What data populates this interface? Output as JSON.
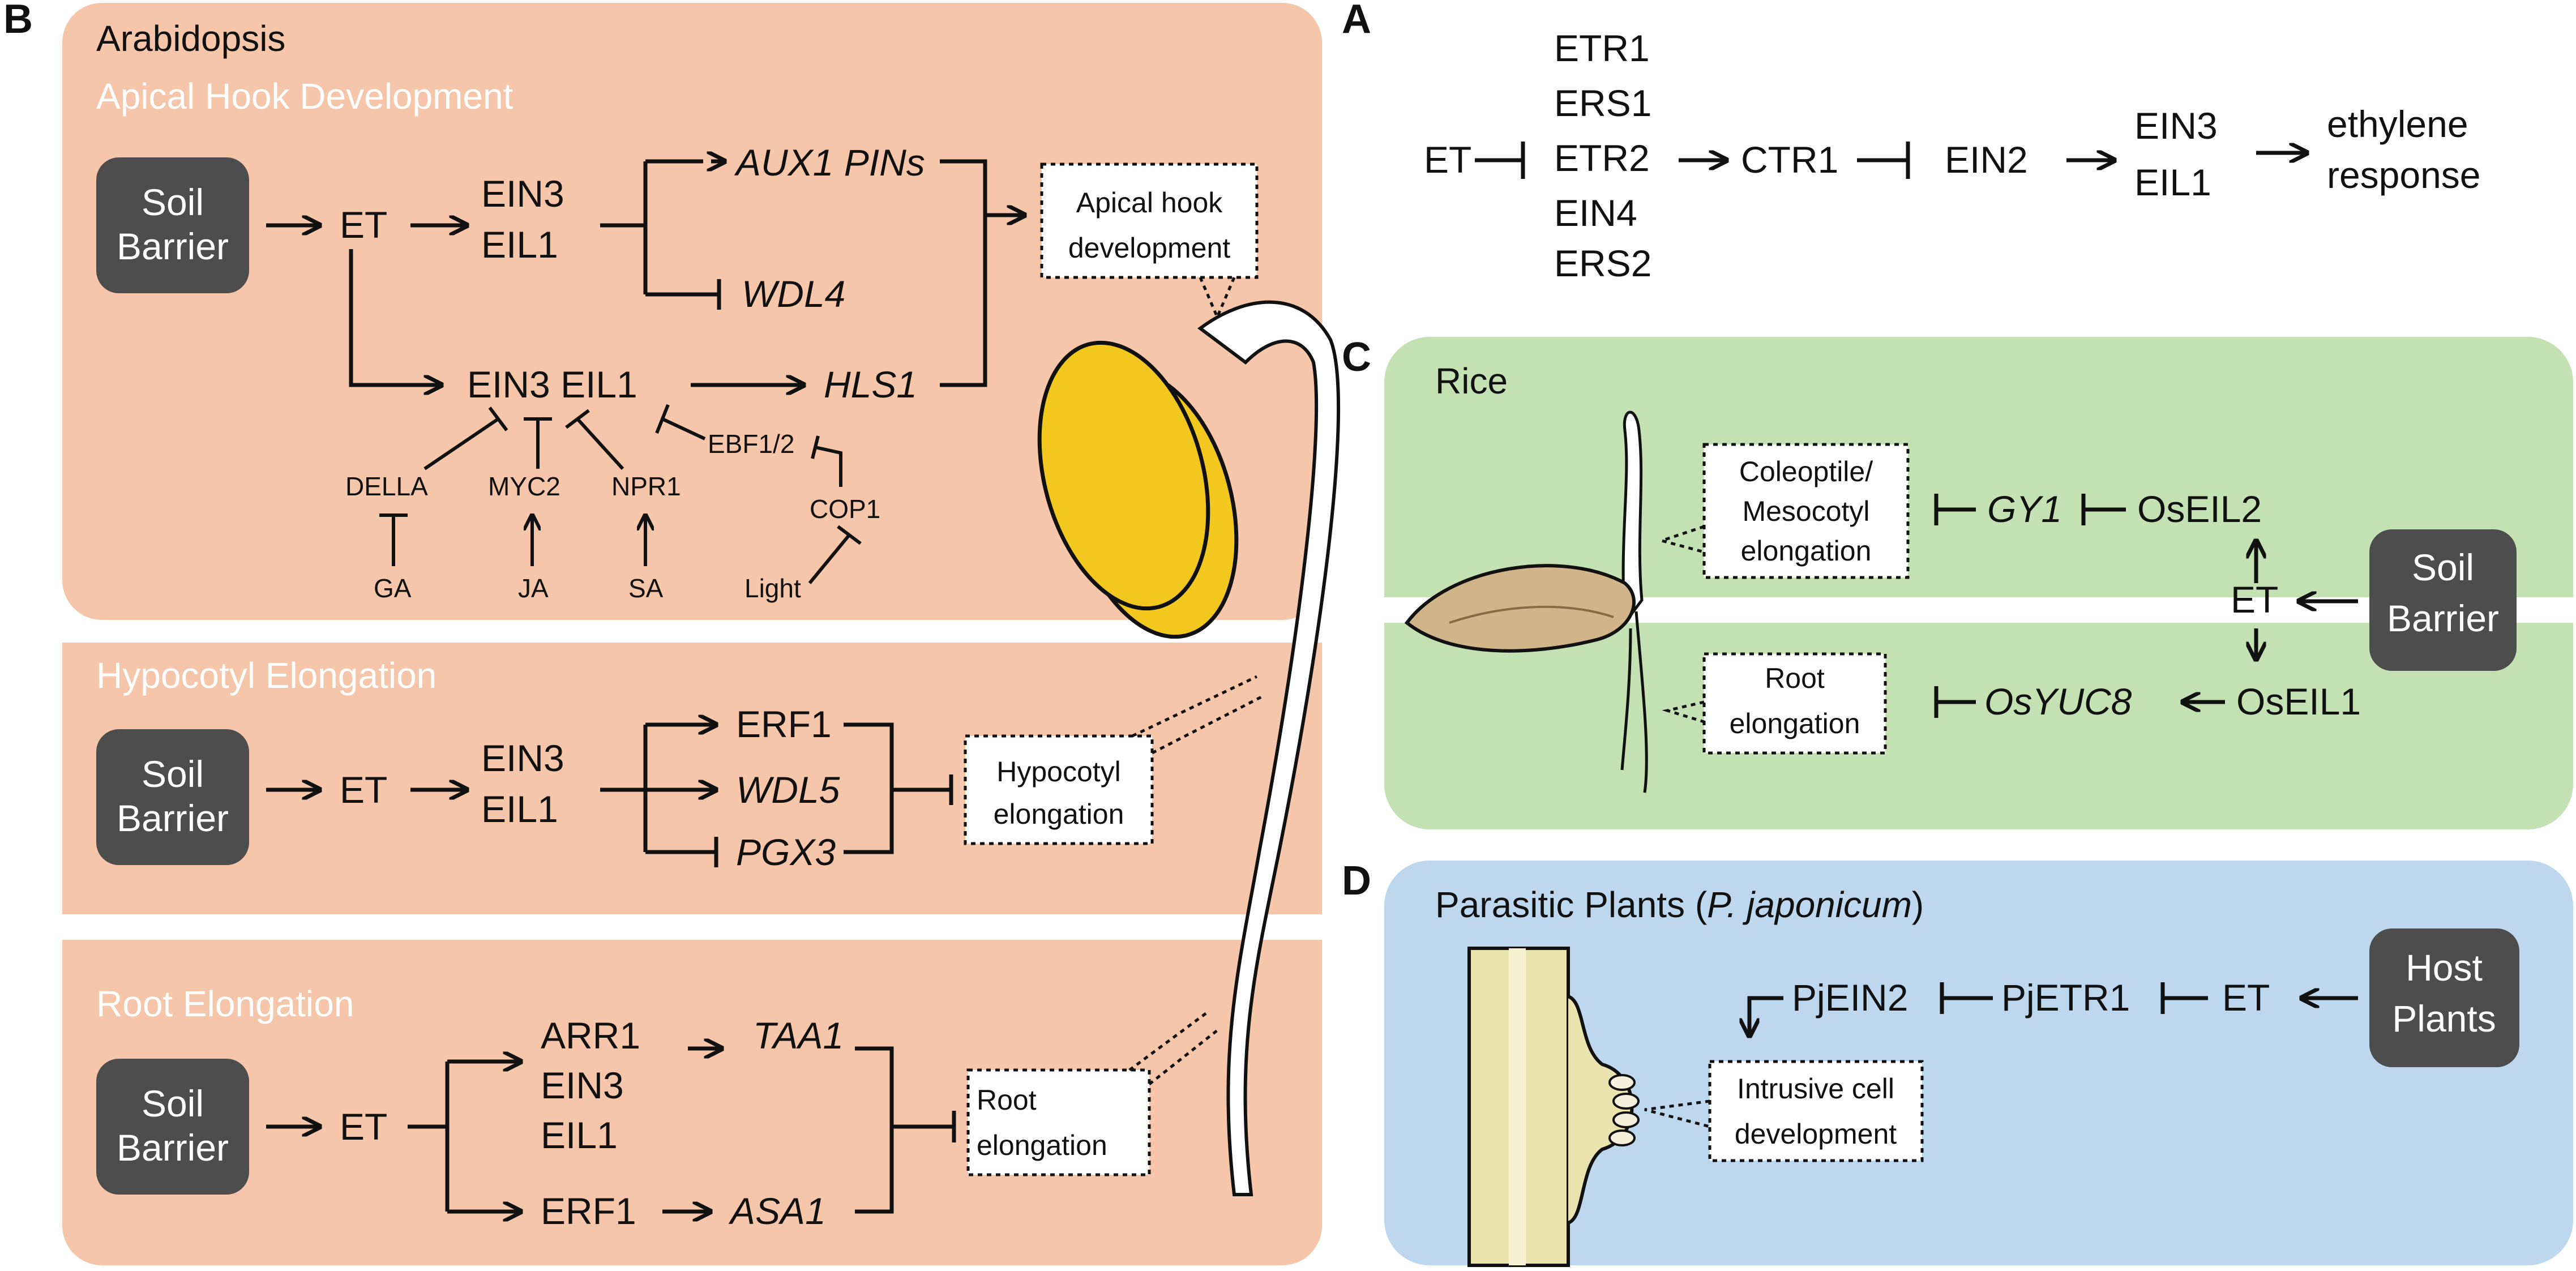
{
  "panels": {
    "a": {
      "letter": "A",
      "et": "ET",
      "receptors": [
        "ETR1",
        "ERS1",
        "ETR2",
        "EIN4",
        "ERS2"
      ],
      "ctr1": "CTR1",
      "ein2": "EIN2",
      "ein3": "EIN3",
      "eil1": "EIL1",
      "response1": "ethylene",
      "response2": "response"
    },
    "b": {
      "letter": "B",
      "species": "Arabidopsis",
      "sections": {
        "apical": "Apical Hook Development",
        "hypocotyl": "Hypocotyl Elongation",
        "root": "Root Elongation"
      },
      "soil1": "Soil",
      "soil2": "Barrier",
      "et": "ET",
      "ein3": "EIN3",
      "eil1": "EIL1",
      "ein3_eil1": "EIN3 EIL1",
      "aux1_pins": "AUX1 PINs",
      "wdl4": "WDL4",
      "hls1": "HLS1",
      "della": "DELLA",
      "myc2": "MYC2",
      "npr1": "NPR1",
      "ebf": "EBF1/2",
      "cop1": "COP1",
      "ga": "GA",
      "ja": "JA",
      "sa": "SA",
      "light": "Light",
      "apical_out1": "Apical hook",
      "apical_out2": "development",
      "erf1": "ERF1",
      "wdl5": "WDL5",
      "pgx3": "PGX3",
      "hyp_out1": "Hypocotyl",
      "hyp_out2": "elongation",
      "arr1": "ARR1",
      "taa1": "TAA1",
      "asa1": "ASA1",
      "root_out1": "Root",
      "root_out2": "elongation"
    },
    "c": {
      "letter": "C",
      "species": "Rice",
      "cole1": "Coleoptile/",
      "cole2": "Mesocotyl",
      "cole3": "elongation",
      "gy1": "GY1",
      "oseil2": "OsEIL2",
      "et": "ET",
      "soil1": "Soil",
      "soil2": "Barrier",
      "root1": "Root",
      "root2": "elongation",
      "osyuc8": "OsYUC8",
      "oseil1": "OsEIL1"
    },
    "d": {
      "letter": "D",
      "species_pre": "Parasitic Plants (",
      "species_it": "P. japonicum",
      "species_post": ")",
      "pjein2": "PjEIN2",
      "pjetr1": "PjETR1",
      "et": "ET",
      "host1": "Host",
      "host2": "Plants",
      "intr1": "Intrusive cell",
      "intr2": "development"
    }
  },
  "colors": {
    "arabidopsis_bg": "#f6c6aa",
    "rice_bg": "#c3e1b3",
    "parasitic_bg": "#bcd7ee",
    "dark_box": "#4d4d4d",
    "seed_yellow": "#f2c81e",
    "rice_seed": "#d2b48a",
    "host_tissue": "#ebe3ad"
  }
}
